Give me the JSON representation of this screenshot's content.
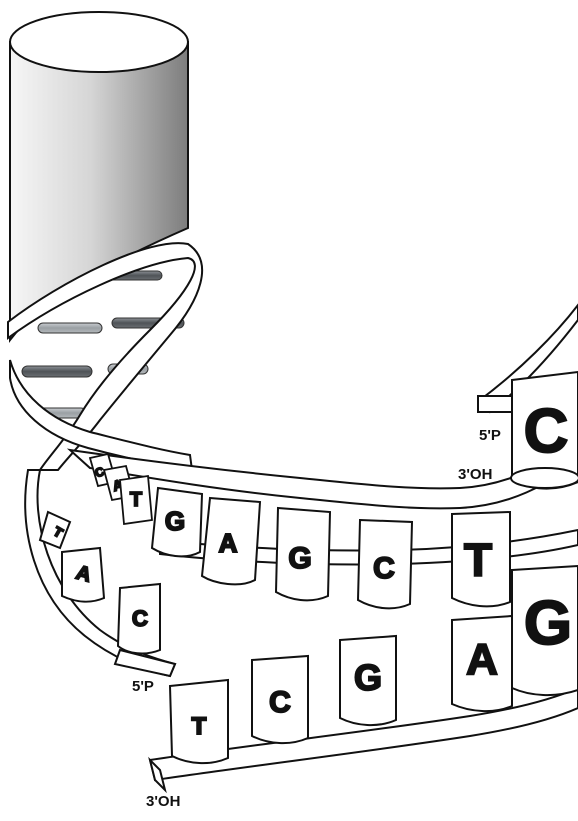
{
  "strand_labels": {
    "upper_5p": "5'P",
    "upper_3oh": "3'OH",
    "lower_5p": "5'P",
    "lower_3oh": "3'OH"
  },
  "bases": {
    "upper_strand": [
      "T",
      "G",
      "A",
      "G",
      "C",
      "T",
      "C"
    ],
    "lower_strand": [
      "T",
      "A",
      "C",
      "T",
      "C",
      "G",
      "A",
      "G"
    ],
    "small_twist": [
      "C",
      "A",
      "T"
    ]
  },
  "colors": {
    "cylinder_dark": "#8a8a8a",
    "cylinder_light": "#f4f4f4",
    "outline": "#111111",
    "rung_dark": "#5e6266",
    "rung_light": "#a3a8ac"
  }
}
